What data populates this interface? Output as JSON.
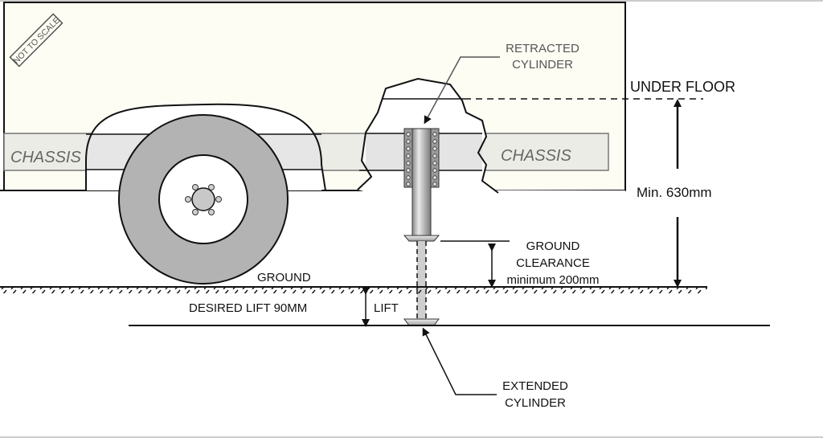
{
  "diagram": {
    "title": "Caravan jack cylinder lift diagram",
    "stamp": "NOT TO SCALE",
    "labels": {
      "chassis_left": "CHASSIS",
      "chassis_right": "CHASSIS",
      "retracted_line1": "RETRACTED",
      "retracted_line2": "CYLINDER",
      "under_floor": "UNDER FLOOR",
      "min_height": "Min. 630mm",
      "ground_clearance_line1": "GROUND",
      "ground_clearance_line2": "CLEARANCE",
      "ground_clearance_line3": "minimum 200mm",
      "ground": "GROUND",
      "desired_lift": "DESIRED LIFT 90MM",
      "lift": "LIFT",
      "extended_line1": "EXTENDED",
      "extended_line2": "CYLINDER"
    },
    "measurements": {
      "min_under_floor_height_mm": 630,
      "min_ground_clearance_mm": 200,
      "desired_lift_mm": 90
    },
    "colors": {
      "body_fill": "#fdfdf4",
      "chassis_fill": "#ececE6",
      "tyre_fill": "#b3b3b3",
      "hub_fill": "#c8c8c8",
      "outline": "#111111",
      "label_grey": "#555555"
    }
  }
}
